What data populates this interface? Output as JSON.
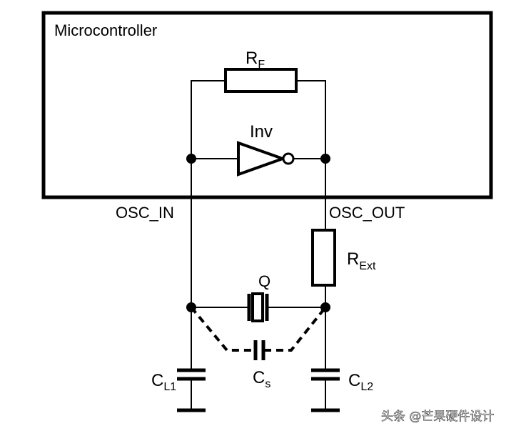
{
  "microcontroller_label": "Microcontroller",
  "rf_label": {
    "main": "R",
    "sub": "F"
  },
  "inv_label": "Inv",
  "osc_in_label": "OSC_IN",
  "osc_out_label": "OSC_OUT",
  "rext_label": {
    "main": "R",
    "sub": "Ext"
  },
  "q_label": "Q",
  "cs_label": {
    "main": "C",
    "sub": "s"
  },
  "cl1_label": {
    "main": "C",
    "sub": "L1"
  },
  "cl2_label": {
    "main": "C",
    "sub": "L2"
  },
  "watermark": "头条 @芒果硬件设计"
}
